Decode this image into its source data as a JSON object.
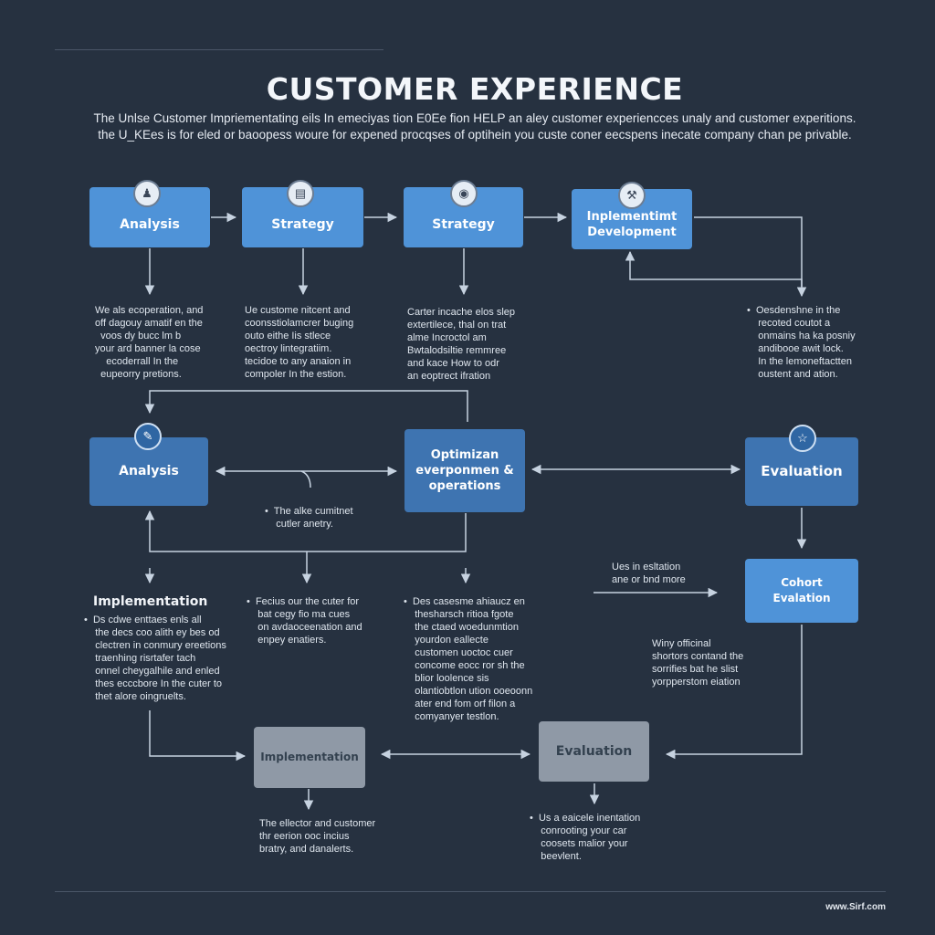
{
  "title": "CUSTOMER EXPERIENCE",
  "intro": [
    "The Unlse Customer Impriementating eils In emeciyas tion E0Ee fion HELP an aley customer experiencces unaly and customer experitions.",
    "the U_KEes is for eled or baoopess woure for expened procqses of optihein you custe coner eecspens inecate company chan pe privable."
  ],
  "colors": {
    "background": "#263140",
    "node_light": "#4f93d8",
    "node_mid": "#3e74b1",
    "node_gray": "#8f99a6",
    "connector": "#c6d2e0"
  },
  "nodes": {
    "analysis_top": {
      "label": "Analysis",
      "icon": "people-group-icon"
    },
    "strategy_1": {
      "label": "Strategy",
      "icon": "document-icon"
    },
    "strategy_2": {
      "label": "Strategy",
      "icon": "user-pin-icon"
    },
    "implementation_dev": {
      "label_lines": [
        "Inplementimt",
        "Development"
      ],
      "icon": "tools-icon"
    },
    "analysis_mid": {
      "label": "Analysis",
      "icon": "chat-icon"
    },
    "optimization": {
      "label_lines": [
        "Optimizan",
        "everponmen &",
        "operations"
      ]
    },
    "evaluation_mid": {
      "label": "Evaluation",
      "icon": "clipboard-icon"
    },
    "cohort_evaluation": {
      "label_lines": [
        "Cohort",
        "Evalation"
      ]
    },
    "implementation_bottom": {
      "label": "Implementation"
    },
    "evaluation_bottom": {
      "label": "Evaluation"
    }
  },
  "notes": {
    "analysis_top": "We als ecoperation, and\noff dagouy amatif en the\n  voos dy bucc lm b\nyour ard banner la cose\n    ecoderrall In the\n  eupeorry pretions.",
    "strategy_1": "Ue custome nitcent and\ncoonsstiolamcrer buging\nouto eithe Iis stlece\noectroy lintegratiim.\ntecidoe to any anaion in\ncompoler In the estion.",
    "strategy_2": "Carter incache elos slep\nextertilece, thal on trat\nalme Incroctol am\nBwtalodsiltie remmree\nand kace How to odr\nan eoptrect ifration",
    "implementation_dev": "•  Oesdenshne in the\n    recoted coutot a\n    onmains ha ka posniy\n    andibooe awit lock.\n    In the lemoneftactten\n    oustent and ation.",
    "analysis_mid": "•  The alke cumitnet\n    cutler anetry.",
    "implementation_left": "•  Ds cdwe enttaes enls all\n    the decs coo alith ey bes od\n    clectren in conmury ereetions\n    traenhing risrtafer tach\n    onnel cheygalhile and enled\n    thes ecccbore In the cuter to\n    thet alore oingruelts.",
    "col2_lower": "•  Fecius our the cuter for\n    bat cegy fio ma cues\n    on avdaoceenation and\n    enpey enatiers.",
    "col3_lower": "•  Des casesme ahiaucz en\n    thesharsch ritioa fgote\n    the ctaed woedunmtion\n    yourdon eallecte\n    customen uoctoc cuer\n    concome eocc ror sh the\n    blior loolence sis\n    olantiobtlon ution ooeoonn\n    ater end fom orf filon a\n    comyanyer testlon.",
    "cohort_left": "Ues in esltation\nane or bnd more",
    "cohort_below": "Winy officinal\nshortors contand the\nsorrifies bat he slist\nyorpperstom eiation",
    "implementation_bottom": "The ellector and customer\nthr eerion ooc incius\nbratry, and danalerts.",
    "evaluation_bottom": "•  Us a eaicele inentation\n    conrooting your car\n    coosets malior your\n    beevlent."
  },
  "section_heading": "Implementation",
  "footer": "www.Sirf.com"
}
